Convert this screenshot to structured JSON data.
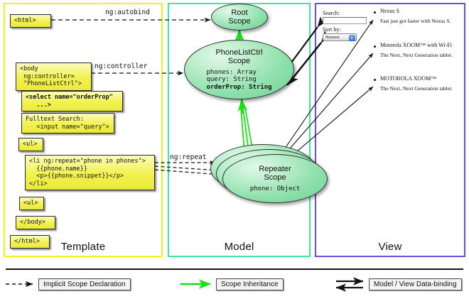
{
  "panels": {
    "template": {
      "label": "Template"
    },
    "model": {
      "label": "Model"
    },
    "view": {
      "label": "View"
    }
  },
  "template_code": [
    {
      "text": "<html>"
    },
    {
      "text": "<body\n ng:controller=\n \"PhoneListCtrl\">"
    },
    {
      "text": "<select name=\"orderProp\"\n   ...>"
    },
    {
      "text": "Fulltext Search:\n   <input name=\"query\">"
    },
    {
      "text": "<ul>"
    },
    {
      "text": "<li ng:repeat=\"phone in phones\">\n  {{phone.name}}\n  <p>{{phone.snippet}}</p>\n</li>"
    },
    {
      "text": "<ul>"
    },
    {
      "text": "</body>"
    },
    {
      "text": "</html>"
    }
  ],
  "edge_labels": {
    "autobind": "ng:autobind",
    "controller": "ng:controller",
    "repeat": "ng:repeat"
  },
  "scopes": {
    "root": {
      "title_line1": "Root",
      "title_line2": "Scope"
    },
    "phonelistctrl": {
      "title_line1": "PhoneListCtrl",
      "title_line2": "Scope",
      "props": [
        {
          "text": "phones: Array",
          "bold": false
        },
        {
          "text": "query: String",
          "bold": false
        },
        {
          "text": "orderProp: String",
          "bold": true
        }
      ]
    },
    "repeater": {
      "title_line1": "Repeater",
      "title_line2": "Scope",
      "props": [
        {
          "text": "phone: Object",
          "bold": false
        }
      ]
    }
  },
  "view": {
    "search_label": "Search:",
    "search_value": "",
    "sort_label": "Sort by:",
    "sort_selected": "Newest",
    "sort_options": [
      "Newest"
    ],
    "phones": [
      {
        "name": "Nexus S",
        "snippet": "Fast just got faster with Nexus S."
      },
      {
        "name": "Motorola XOOM™ with Wi-Fi",
        "snippet": "The Next, Next Generation tablet."
      },
      {
        "name": "MOTOROLA XOOM™",
        "snippet": "The Next, Next Generation tablet."
      }
    ]
  },
  "legend": [
    {
      "label": "Implicit Scope Declaration",
      "style": "dashed-arrow"
    },
    {
      "label": "Scope Inheritance",
      "style": "green-arrow"
    },
    {
      "label": "Model / View Data-binding",
      "style": "double-arrow"
    }
  ],
  "colors": {
    "template_border": "#f2f21c",
    "model_border": "#3ce8a4",
    "view_border": "#6b4fe0",
    "inheritance_green": "#16e016",
    "code_fill": "#f2f24e",
    "scope_fill": "#8ee0ab"
  }
}
